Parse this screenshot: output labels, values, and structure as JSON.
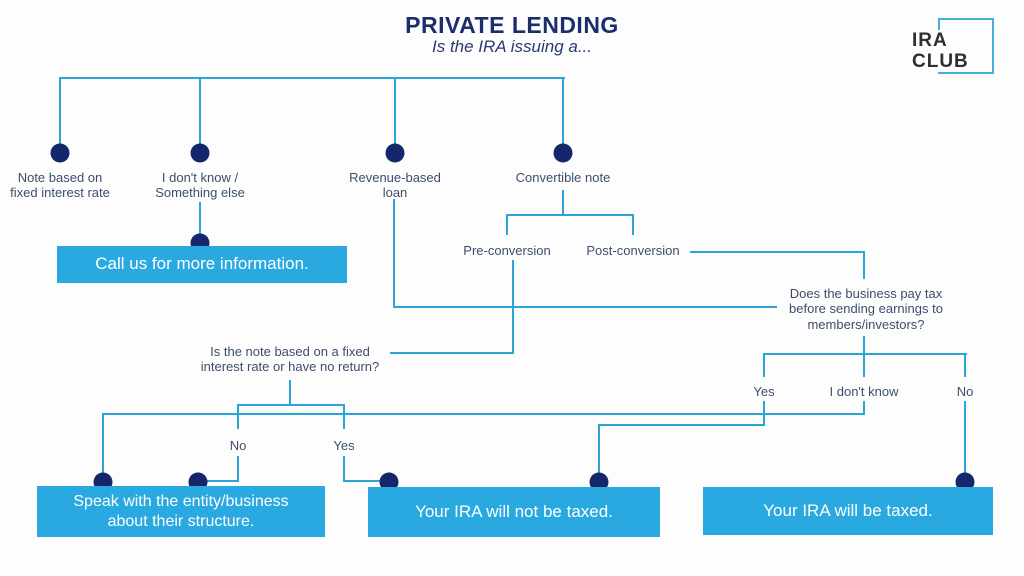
{
  "header": {
    "title": "PRIVATE LENDING",
    "subtitle": "Is the IRA issuing a..."
  },
  "logo": {
    "line1": "IRA",
    "line2": "CLUB"
  },
  "colors": {
    "connector_line": "#2aa5d8",
    "node_dot": "#15276b",
    "outcome_box_fill": "#29a9e0",
    "outcome_box_text": "#ffffff",
    "title_text": "#1b2d6b",
    "label_text": "#3e4d6e"
  },
  "flow": {
    "options": [
      {
        "label": "Note based on\nfixed interest rate"
      },
      {
        "label": "I don't know /\nSomething else"
      },
      {
        "label": "Revenue-based\nloan"
      },
      {
        "label": "Convertible note"
      }
    ],
    "conversion": {
      "pre": "Pre-conversion",
      "post": "Post-conversion"
    },
    "questions": {
      "business_tax": "Does the business pay tax\nbefore sending earnings to\nmembers/investors?",
      "fixed_rate": "Is the note based on a fixed\ninterest rate or have no return?"
    },
    "answers": {
      "business_tax": {
        "yes": "Yes",
        "dont_know": "I don't know",
        "no": "No"
      },
      "fixed_rate": {
        "no": "No",
        "yes": "Yes"
      }
    },
    "outcomes": {
      "call_us": "Call us for more information.",
      "speak_entity": "Speak with the entity/business\nabout their structure.",
      "not_taxed": "Your IRA will not be taxed.",
      "taxed": "Your IRA will be taxed."
    }
  }
}
